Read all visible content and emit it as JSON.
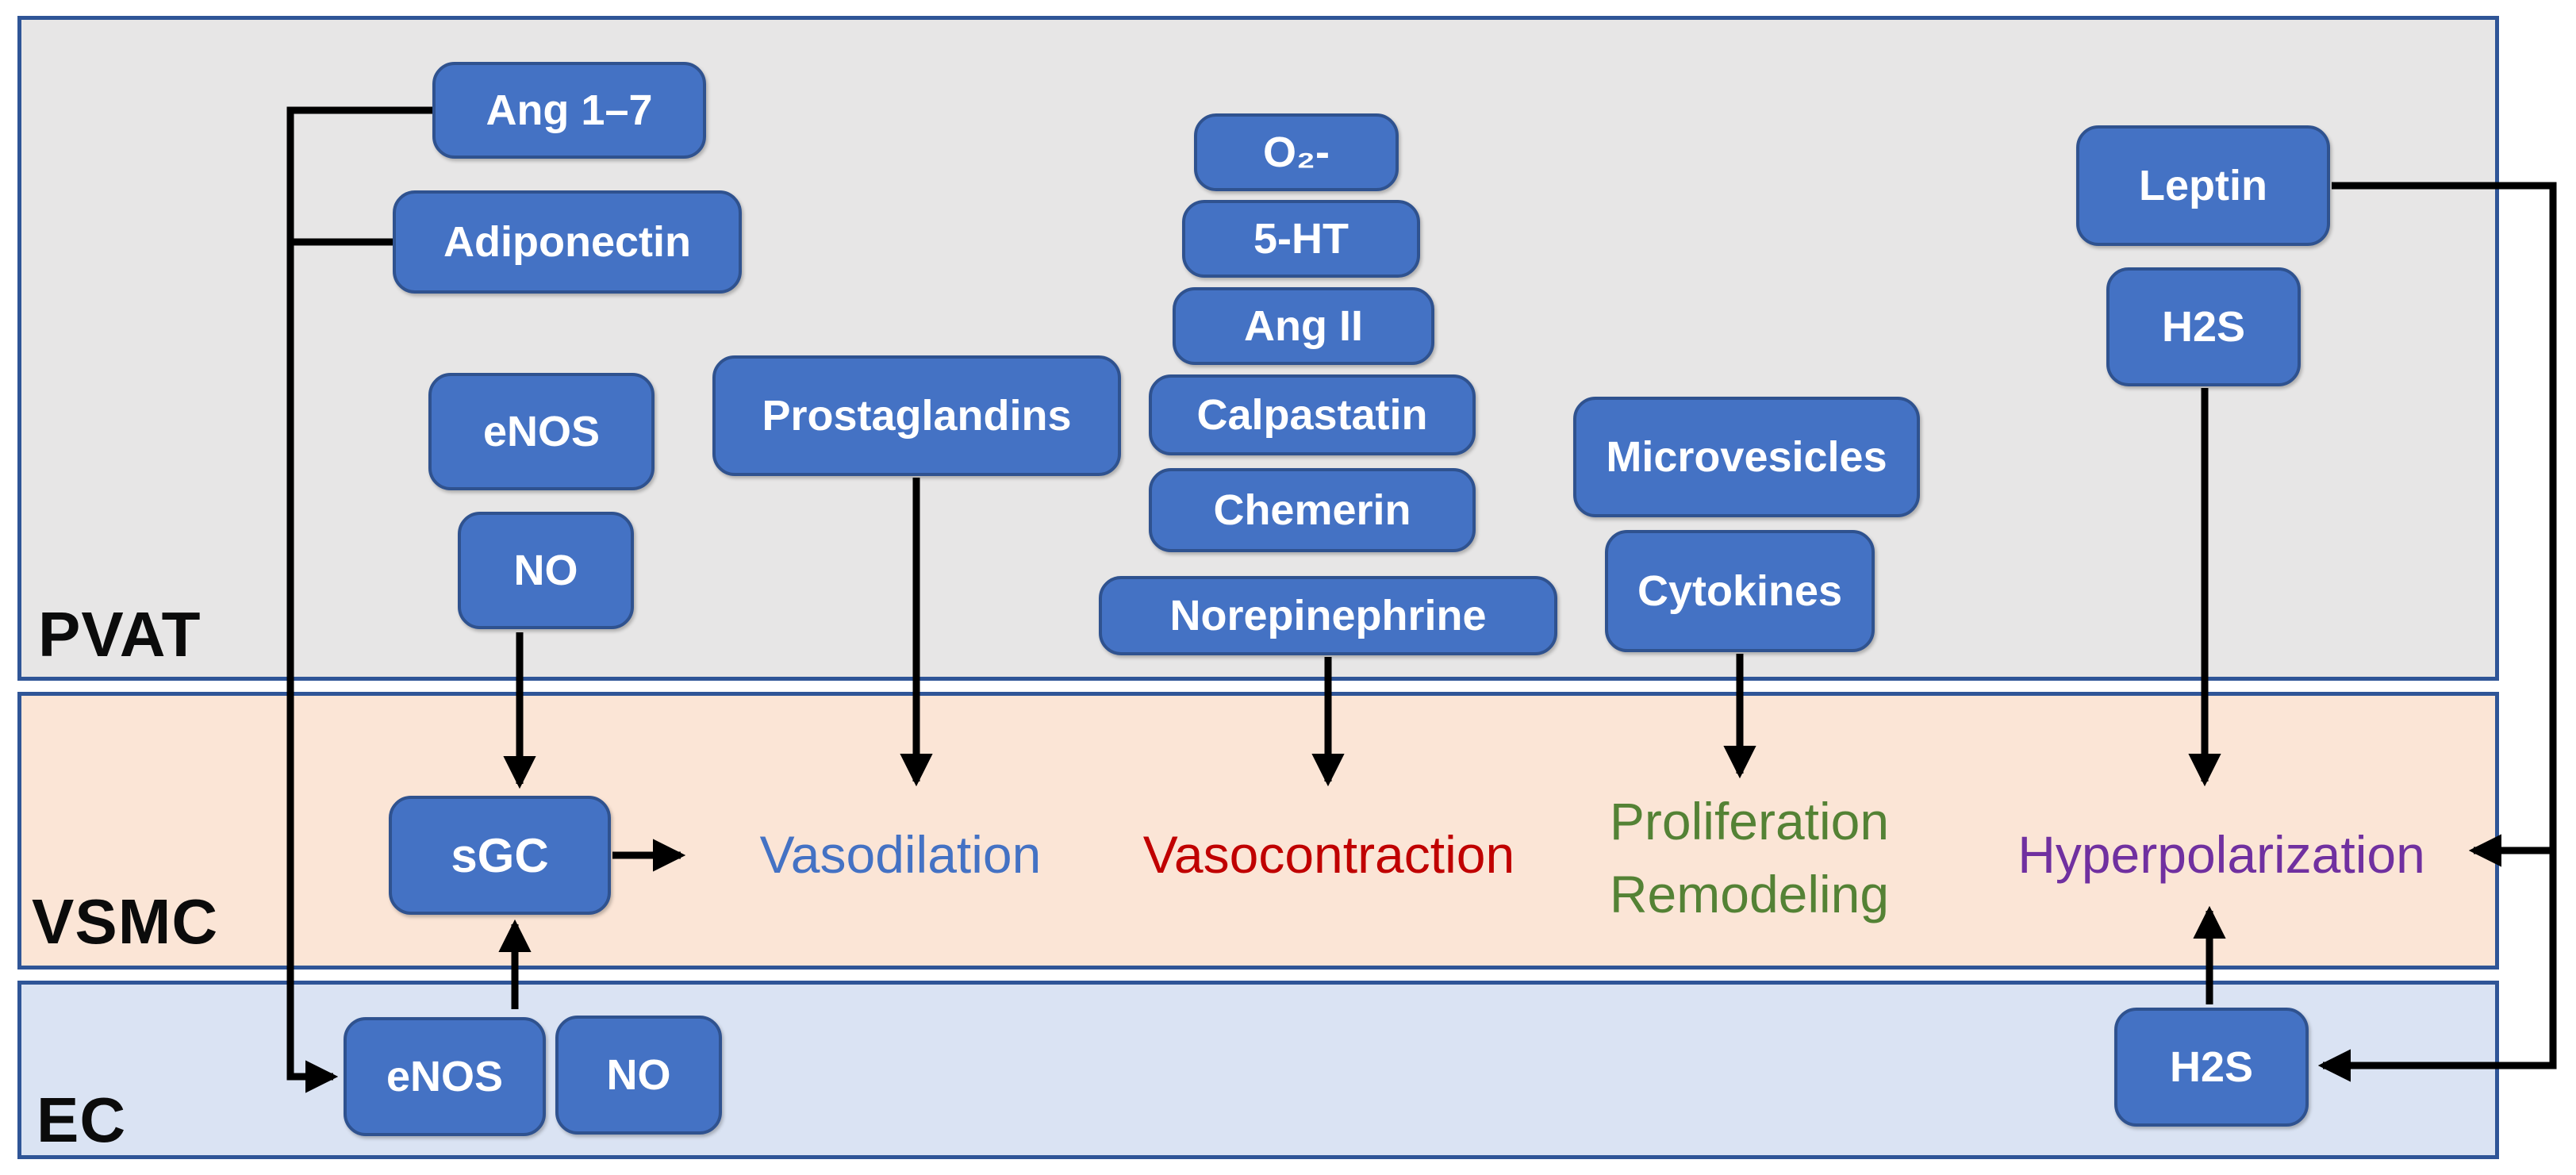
{
  "figure": {
    "regions": [
      {
        "id": "pvat",
        "label": "PVAT"
      },
      {
        "id": "vsmc",
        "label": "VSMC"
      },
      {
        "id": "ec",
        "label": "EC"
      }
    ]
  },
  "boxes": {
    "ang17": "Ang 1–7",
    "adiponectin": "Adiponectin",
    "enos_pvat": "eNOS",
    "no_pvat": "NO",
    "prostaglandins": "Prostaglandins",
    "o2": "O₂-",
    "ht5": "5-HT",
    "ang2": "Ang II",
    "calpastatin": "Calpastatin",
    "chemerin": "Chemerin",
    "norepinephrine": "Norepinephrine",
    "microvesicles": "Microvesicles",
    "cytokines": "Cytokines",
    "leptin": "Leptin",
    "h2s_pvat": "H2S",
    "sgc": "sGC",
    "enos_ec": "eNOS",
    "no_ec": "NO",
    "h2s_ec": "H2S"
  },
  "outcomes": {
    "vasodilation": "Vasodilation",
    "vasocontraction": "Vasocontraction",
    "proliferation": "Proliferation",
    "remodeling": "Remodeling",
    "hyperpolarization": "Hyperpolarization"
  },
  "colors": {
    "box_fill": "#4472C4",
    "box_border": "#2F528F",
    "band_border": "#2F5597",
    "pvat_fill": "#E7E6E6",
    "vsmc_fill": "#FBE5D6",
    "ec_fill": "#DAE3F3",
    "vasodilation_text": "#4472C4",
    "vasocontraction_text": "#C00000",
    "proliferation_text": "#548235",
    "hyperpolarization_text": "#7030A0",
    "arrow": "#000000"
  }
}
